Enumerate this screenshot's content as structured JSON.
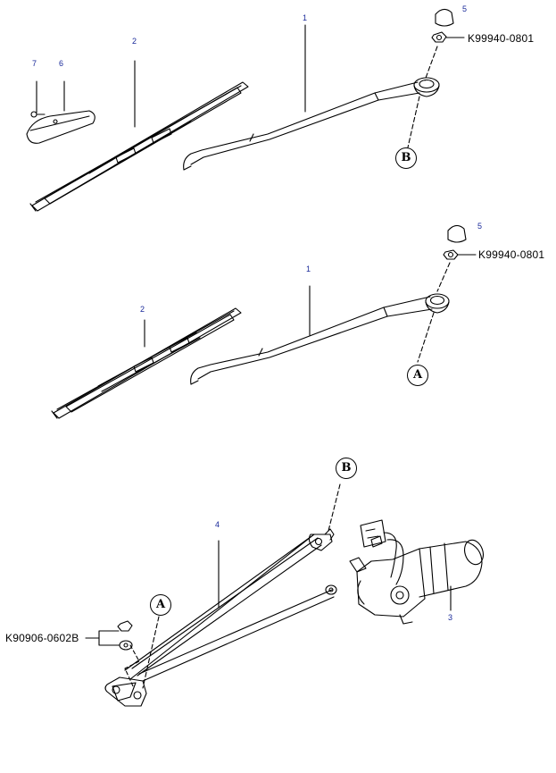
{
  "callouts": {
    "upper": {
      "n1": "1",
      "n2": "2",
      "n5": "5",
      "n6": "6",
      "n7": "7",
      "code": "K99940-0801",
      "ref": "B"
    },
    "middle": {
      "n1": "1",
      "n2": "2",
      "n5": "5",
      "code": "K99940-0801",
      "ref": "A"
    },
    "lower": {
      "n3": "3",
      "n4": "4",
      "refA": "A",
      "refB": "B",
      "code": "K90906-0602B"
    }
  },
  "colors": {
    "line": "#000000",
    "callout_number": "#1a2a9a"
  },
  "icons": [
    "wiper-blade",
    "wiper-arm",
    "arm-cap",
    "nut",
    "wiper-motor",
    "wiper-linkage",
    "blade-clip"
  ]
}
